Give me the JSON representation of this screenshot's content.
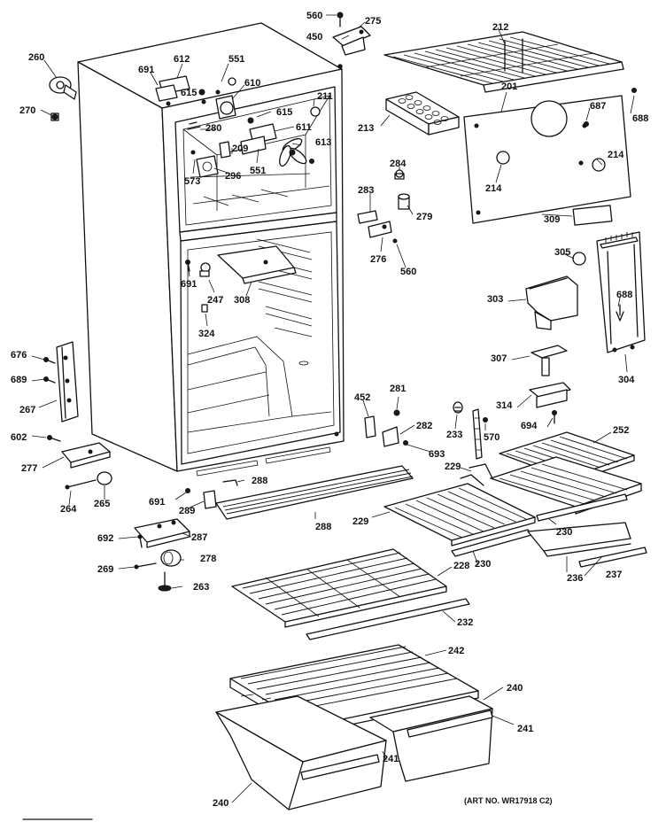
{
  "callouts": [
    {
      "id": "c560a",
      "text": "560"
    },
    {
      "id": "c275",
      "text": "275"
    },
    {
      "id": "c450",
      "text": "450"
    },
    {
      "id": "c212",
      "text": "212"
    },
    {
      "id": "c260",
      "text": "260"
    },
    {
      "id": "c270",
      "text": "270"
    },
    {
      "id": "c691a",
      "text": "691"
    },
    {
      "id": "c612",
      "text": "612"
    },
    {
      "id": "c551a",
      "text": "551"
    },
    {
      "id": "c615a",
      "text": "615"
    },
    {
      "id": "c610",
      "text": "610"
    },
    {
      "id": "c211",
      "text": "211"
    },
    {
      "id": "c615b",
      "text": "615"
    },
    {
      "id": "c611",
      "text": "611"
    },
    {
      "id": "c613",
      "text": "613"
    },
    {
      "id": "c280",
      "text": "280"
    },
    {
      "id": "c209",
      "text": "209"
    },
    {
      "id": "c573",
      "text": "573"
    },
    {
      "id": "c296",
      "text": "296"
    },
    {
      "id": "c551b",
      "text": "551"
    },
    {
      "id": "c213",
      "text": "213"
    },
    {
      "id": "c201",
      "text": "201"
    },
    {
      "id": "c687",
      "text": "687"
    },
    {
      "id": "c688a",
      "text": "688"
    },
    {
      "id": "c214a",
      "text": "214"
    },
    {
      "id": "c214b",
      "text": "214"
    },
    {
      "id": "c284",
      "text": "284"
    },
    {
      "id": "c283",
      "text": "283"
    },
    {
      "id": "c279",
      "text": "279"
    },
    {
      "id": "c276",
      "text": "276"
    },
    {
      "id": "c560b",
      "text": "560"
    },
    {
      "id": "c309",
      "text": "309"
    },
    {
      "id": "c305",
      "text": "305"
    },
    {
      "id": "c303",
      "text": "303"
    },
    {
      "id": "c688b",
      "text": "688"
    },
    {
      "id": "c307",
      "text": "307"
    },
    {
      "id": "c304",
      "text": "304"
    },
    {
      "id": "c314",
      "text": "314"
    },
    {
      "id": "c694",
      "text": "694"
    },
    {
      "id": "c691b",
      "text": "691"
    },
    {
      "id": "c247",
      "text": "247"
    },
    {
      "id": "c308",
      "text": "308"
    },
    {
      "id": "c324",
      "text": "324"
    },
    {
      "id": "c676",
      "text": "676"
    },
    {
      "id": "c689",
      "text": "689"
    },
    {
      "id": "c267",
      "text": "267"
    },
    {
      "id": "c602",
      "text": "602"
    },
    {
      "id": "c277",
      "text": "277"
    },
    {
      "id": "c452",
      "text": "452"
    },
    {
      "id": "c281",
      "text": "281"
    },
    {
      "id": "c282",
      "text": "282"
    },
    {
      "id": "c233",
      "text": "233"
    },
    {
      "id": "c570",
      "text": "570"
    },
    {
      "id": "c252",
      "text": "252"
    },
    {
      "id": "c693",
      "text": "693"
    },
    {
      "id": "c229a",
      "text": "229"
    },
    {
      "id": "c691c",
      "text": "691"
    },
    {
      "id": "c288a",
      "text": "288"
    },
    {
      "id": "c264",
      "text": "264"
    },
    {
      "id": "c265",
      "text": "265"
    },
    {
      "id": "c289",
      "text": "289"
    },
    {
      "id": "c288b",
      "text": "288"
    },
    {
      "id": "c229b",
      "text": "229"
    },
    {
      "id": "c230a",
      "text": "230"
    },
    {
      "id": "c287",
      "text": "287"
    },
    {
      "id": "c692",
      "text": "692"
    },
    {
      "id": "c230b",
      "text": "230"
    },
    {
      "id": "c236",
      "text": "236"
    },
    {
      "id": "c237",
      "text": "237"
    },
    {
      "id": "c278",
      "text": "278"
    },
    {
      "id": "c269",
      "text": "269"
    },
    {
      "id": "c228",
      "text": "228"
    },
    {
      "id": "c263",
      "text": "263"
    },
    {
      "id": "c232",
      "text": "232"
    },
    {
      "id": "c242",
      "text": "242"
    },
    {
      "id": "c240a",
      "text": "240"
    },
    {
      "id": "c241a",
      "text": "241"
    },
    {
      "id": "c241b",
      "text": "241"
    },
    {
      "id": "c240b",
      "text": "240"
    }
  ],
  "art_number": "(ART NO. WR17918 C2)"
}
